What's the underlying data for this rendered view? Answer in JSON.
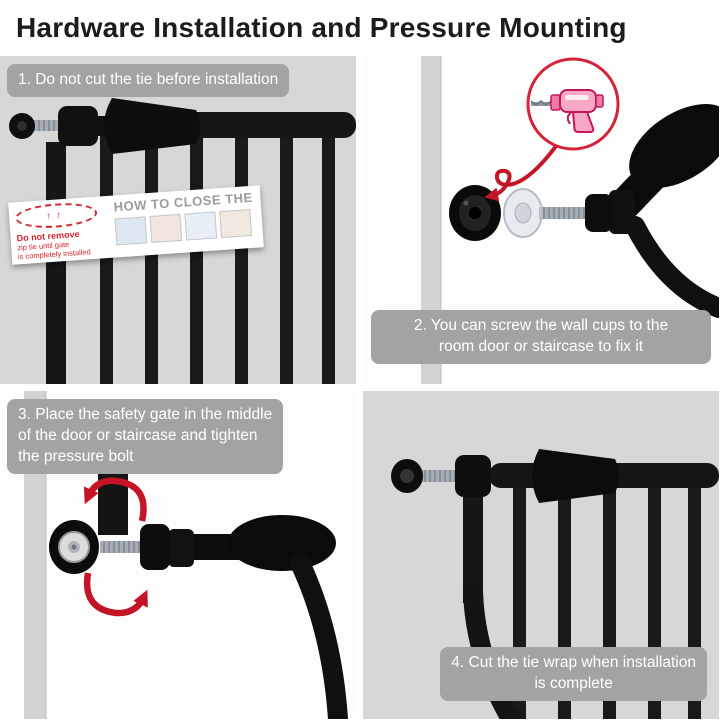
{
  "title": "Hardware Installation and Pressure Mounting",
  "steps": [
    {
      "label": "1. Do not cut the tie before installation"
    },
    {
      "label": "2. You can screw the wall cups to the\nroom door or staircase to fix it"
    },
    {
      "label": "3. Place the safety gate in the middle\nof the door or staircase and tighten\nthe pressure bolt"
    },
    {
      "label": "4. Cut the tie wrap when installation\nis complete"
    }
  ],
  "panel1": {
    "banner_heading": "HOW TO CLOSE THE",
    "warning": {
      "icon_glyph": "↑↑",
      "line1": "Do not remove",
      "line2": "zip tie until gate",
      "line3": "is completely installed"
    }
  },
  "colors": {
    "accent_red": "#c41425",
    "label_gray": "#a3a3a3",
    "panel_gray": "#d7d7d7",
    "drill_pink": "#f7a8c4",
    "gate_black": "#141414"
  },
  "icons": {
    "drill": "drill-icon",
    "curved_arrow": "curved-arrow-icon",
    "rotation_arrows": "rotation-arrows-icon",
    "zip_tie_arrows": "zip-tie-arrows-icon"
  }
}
